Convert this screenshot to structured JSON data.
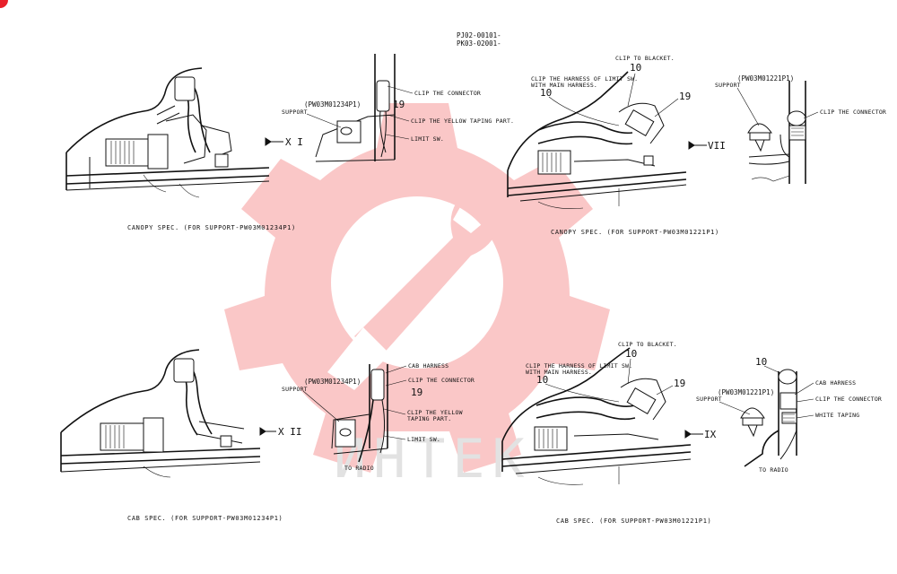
{
  "header": {
    "code1": "PJ02-00101-",
    "code2": "PK03-02001-"
  },
  "watermark": {
    "text": "ИНТЕК",
    "color": "#ee3a3a"
  },
  "corner_badge": {
    "color": "#e8202a"
  },
  "views": {
    "canopy_1234": {
      "view_mark": "X I",
      "support_label": "SUPPORT",
      "part_code": "(PW03M01234P1)",
      "callout_19": "19",
      "clip_connector": "CLIP THE CONNECTOR",
      "clip_yellow": "CLIP THE YELLOW TAPING PART.",
      "limit_sw": "LIMIT SW.",
      "caption": "CANOPY SPEC.  (FOR SUPPORT-PW03M01234P1)"
    },
    "canopy_1221": {
      "view_mark": "VII",
      "clip_blacket": "CLIP TO BLACKET.",
      "callout_10a": "10",
      "clip_harness": "CLIP THE HARNESS OF LIMIT SW.",
      "with_main": "WITH MAIN HARNESS.",
      "callout_10b": "10",
      "callout_19": "19",
      "part_code": "(PW03M01221P1)",
      "support_label": "SUPPORT",
      "clip_connector": "CLIP THE CONNECTOR",
      "caption": "CANOPY SPEC.  (FOR SUPPORT-PW03M01221P1)"
    },
    "cab_1234": {
      "view_mark": "X II",
      "support_label": "SUPPORT",
      "part_code": "(PW03M01234P1)",
      "cab_harness": "CAB HARNESS",
      "clip_connector": "CLIP THE CONNECTOR",
      "callout_19": "19",
      "clip_yellow_1": "CLIP THE YELLOW",
      "clip_yellow_2": "TAPING PART.",
      "limit_sw": "LIMIT SW.",
      "to_radio": "TO RADIO",
      "caption": "CAB SPEC.  (FOR SUPPORT-PW03M01234P1)"
    },
    "cab_1221": {
      "view_mark": "IX",
      "clip_blacket": "CLIP TO BLACKET.",
      "callout_10a": "10",
      "clip_harness": "CLIP THE HARNESS OF LIMIT SW.",
      "with_main": "WITH MAIN HARNESS.",
      "callout_10b": "10",
      "callout_19": "19",
      "callout_10c": "10",
      "cab_harness": "CAB HARNESS",
      "part_code": "(PW03M01221P1)",
      "support_label": "SUPPORT",
      "clip_connector": "CLIP THE CONNECTOR",
      "white_taping": "WHITE TAPING",
      "to_radio": "TO RADIO",
      "caption": "CAB SPEC.  (FOR SUPPORT-PW03M01221P1)"
    }
  }
}
